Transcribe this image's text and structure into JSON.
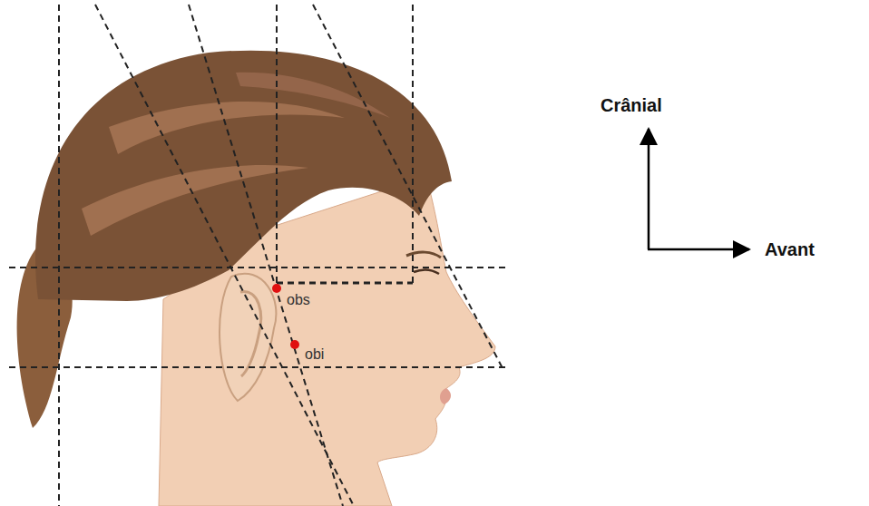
{
  "diagram": {
    "labels": [
      "obs",
      "obi",
      "Crânial",
      "Avant"
    ]
  }
}
